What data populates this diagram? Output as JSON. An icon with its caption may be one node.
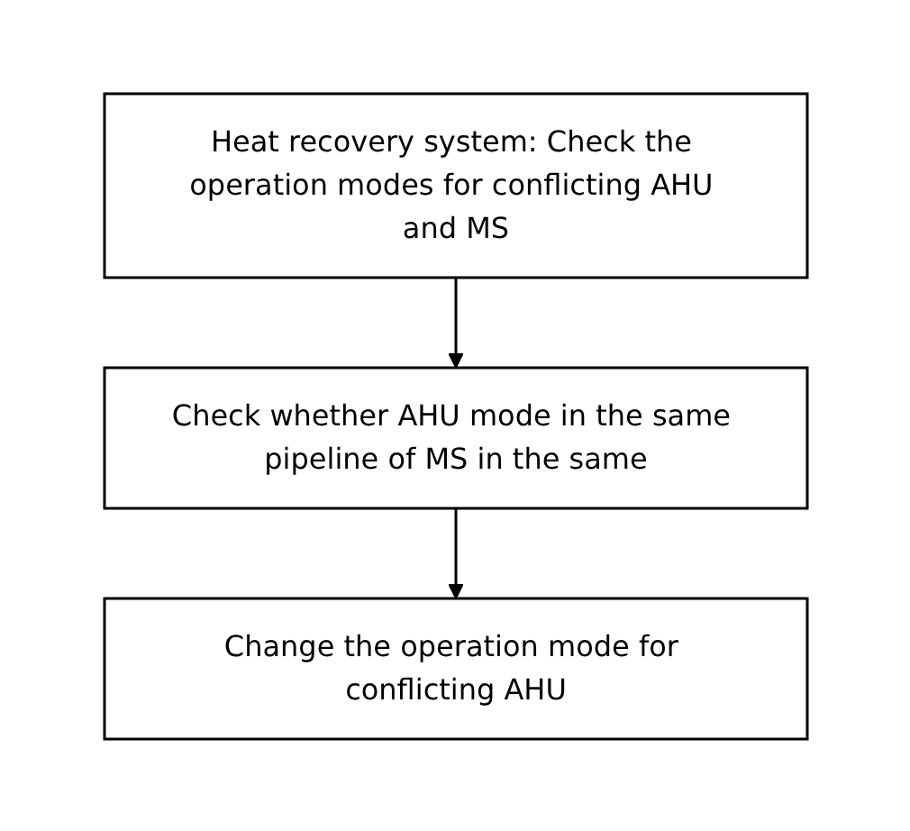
{
  "diagram": {
    "nodes": [
      {
        "text": [
          "Heat recovery system: Check the operation modes for conflicting AHU and MS"
        ]
      },
      {
        "text": [
          "Check whether AHU mode in the same pipeline of MS in the same"
        ]
      },
      {
        "text": [
          "Change the operation mode for conflicting AHU"
        ]
      }
    ],
    "edges": [
      {
        "from": 0,
        "to": 1,
        "arrow": "to"
      },
      {
        "from": 1,
        "to": 2,
        "arrow": "to"
      }
    ]
  }
}
